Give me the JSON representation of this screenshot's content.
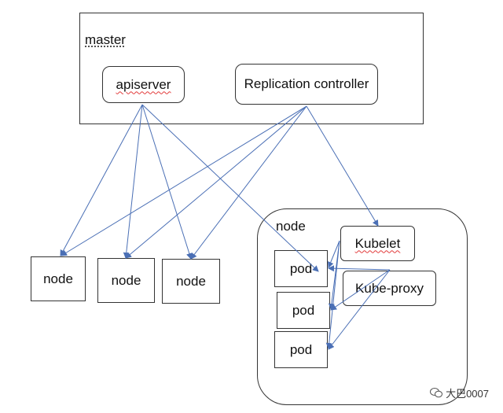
{
  "master": {
    "label": "master"
  },
  "apiserver": {
    "label": "apiserver"
  },
  "replication_controller": {
    "label": "Replication controller"
  },
  "nodes": [
    {
      "label": "node"
    },
    {
      "label": "node"
    },
    {
      "label": "node"
    }
  ],
  "detailed_node": {
    "label": "node",
    "kubelet": "Kubelet",
    "kube_proxy": "Kube-proxy",
    "pods": [
      {
        "label": "pod"
      },
      {
        "label": "pod"
      },
      {
        "label": "pod"
      }
    ]
  },
  "watermark": {
    "text": "大巴0007",
    "icon": "wechat-icon"
  },
  "colors": {
    "edge": "#4a6fb5",
    "border": "#333333",
    "spellcheck": "#e23b3b"
  }
}
